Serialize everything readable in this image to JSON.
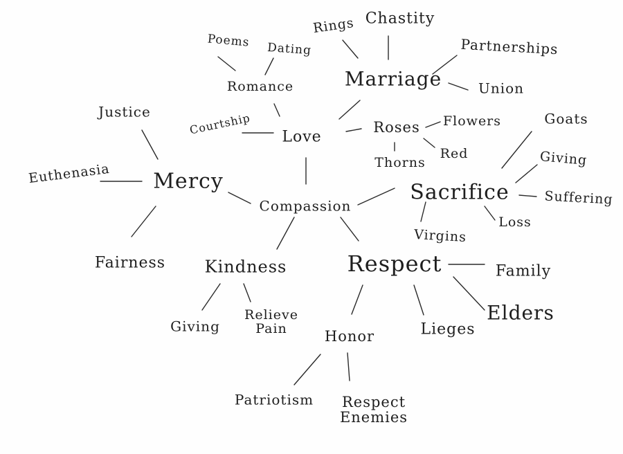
{
  "words": {
    "love": "Love",
    "compassion": "Compassion",
    "mercy": "Mercy",
    "romance": "Romance",
    "poems": "Poems",
    "dating": "Dating",
    "courtship": "Courtship",
    "marriage": "Marriage",
    "rings": "Rings",
    "chastity": "Chastity",
    "partnerships": "Partnerships",
    "union": "Union",
    "roses": "Roses",
    "flowers": "Flowers",
    "thorns": "Thorns",
    "red": "Red",
    "sacrifice": "Sacrifice",
    "goats": "Goats",
    "giving_sacrifice": "Giving",
    "suffering": "Suffering",
    "loss": "Loss",
    "virgins": "Virgins",
    "justice": "Justice",
    "euthanasia": "Euthenasia",
    "fairness": "Fairness",
    "kindness": "Kindness",
    "giving_kindness": "Giving",
    "relieve_pain": "Relieve Pain",
    "respect": "Respect",
    "family": "Family",
    "elders": "Elders",
    "lieges": "Lieges",
    "honor": "Honor",
    "patriotism": "Patriotism",
    "respect_enemies": "Respect Enemies"
  }
}
